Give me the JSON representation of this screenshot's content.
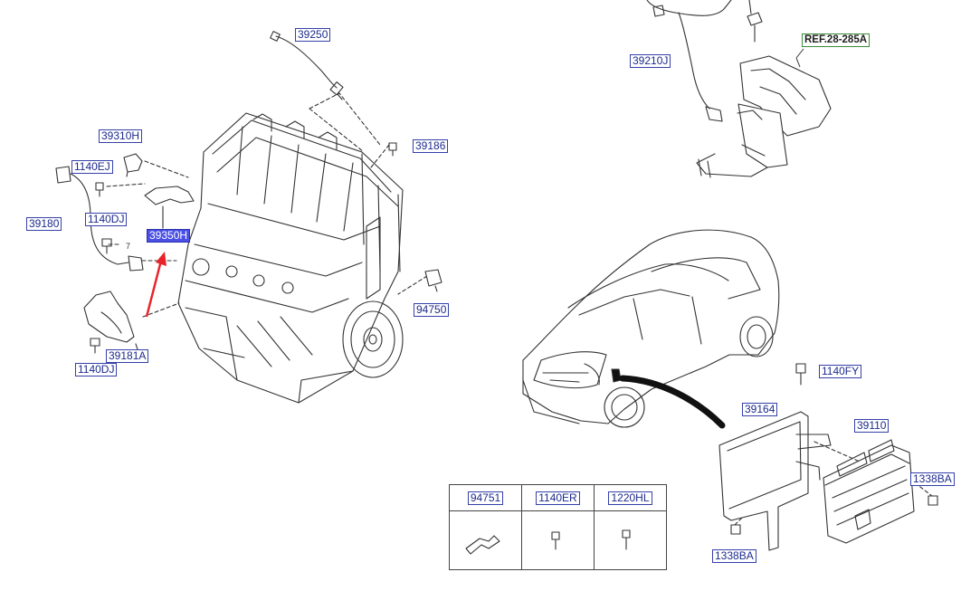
{
  "labels": {
    "p39250": "39250",
    "p39310H": "39310H",
    "p1140EJ": "1140EJ",
    "p39180": "39180",
    "p1140DJ_a": "1140DJ",
    "p39350H": "39350H",
    "p39186": "39186",
    "p94750": "94750",
    "p39181A": "39181A",
    "p1140DJ_b": "1140DJ",
    "p39210J": "39210J",
    "ref": "REF.28-285A",
    "p1140FY": "1140FY",
    "p39164": "39164",
    "p39110": "39110",
    "p1338BA_a": "1338BA",
    "p1338BA_b": "1338BA"
  },
  "small_parts_table": {
    "headers": [
      "94751",
      "1140ER",
      "1220HL"
    ]
  },
  "hotspot_digit": "7",
  "selected_part": "39350H",
  "colors": {
    "label_border": "#3540a8",
    "label_text": "#1c2a8c",
    "selected_fill": "#4a50e6",
    "ref_border": "#3a8a3a",
    "pointer_arrow": "#e8232a",
    "line_art": "#333333"
  }
}
